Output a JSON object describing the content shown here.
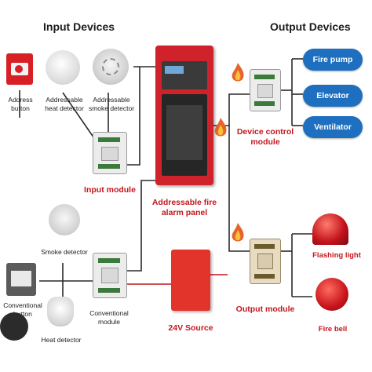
{
  "headings": {
    "input": "Input Devices",
    "output": "Output Devices"
  },
  "input_devices": {
    "address_button": "Address button",
    "heat_detector": "Addressable heat detector",
    "smoke_detector": "Addressable smoke detector",
    "input_module": "Input module",
    "smoke_detector2": "Smoke detector",
    "conventional_button": "Conventional button",
    "heat_detector2": "Heat detector",
    "conventional_module": "Conventional module"
  },
  "center": {
    "panel": "Addressable fire alarm panel",
    "source": "24V Source"
  },
  "output_devices": {
    "control_module": "Device control module",
    "output_module": "Output module",
    "fire_pump": "Fire pump",
    "elevator": "Elevator",
    "ventilator": "Ventilator",
    "flashing_light": "Flashing light",
    "fire_bell": "Fire bell"
  },
  "colors": {
    "accent_red": "#c4161c",
    "pill_blue": "#1e6fc0",
    "line": "#2a2a2a"
  }
}
